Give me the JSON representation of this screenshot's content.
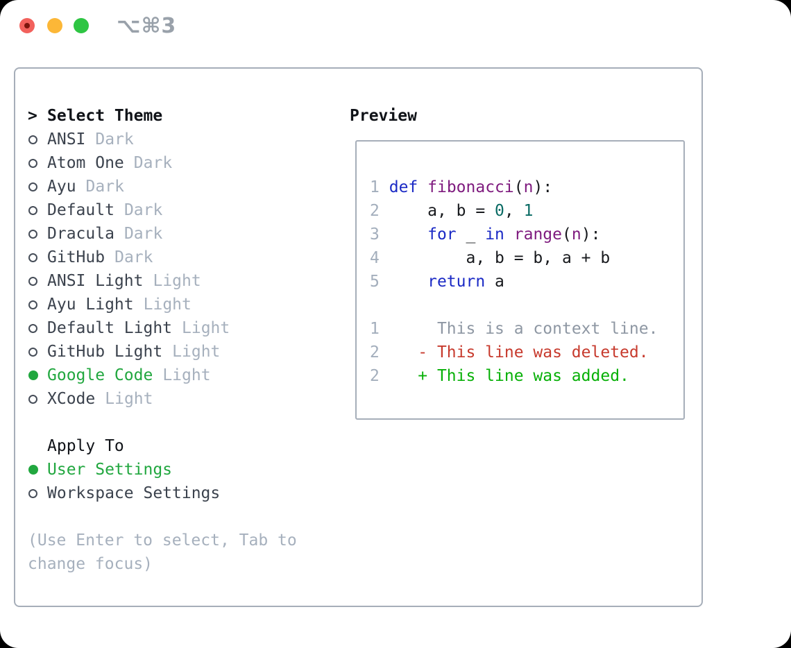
{
  "window": {
    "title": "⌥⌘3",
    "traffic_lights": [
      {
        "name": "close",
        "color": "#f2615c"
      },
      {
        "name": "minimize",
        "color": "#fcb737"
      },
      {
        "name": "zoom",
        "color": "#2ec543"
      }
    ]
  },
  "theme_picker": {
    "prompt": ">",
    "header": "Select Theme",
    "themes": [
      {
        "name": "ANSI",
        "variant": "Dark",
        "selected": false
      },
      {
        "name": "Atom One",
        "variant": "Dark",
        "selected": false
      },
      {
        "name": "Ayu",
        "variant": "Dark",
        "selected": false
      },
      {
        "name": "Default",
        "variant": "Dark",
        "selected": false
      },
      {
        "name": "Dracula",
        "variant": "Dark",
        "selected": false
      },
      {
        "name": "GitHub",
        "variant": "Dark",
        "selected": false
      },
      {
        "name": "ANSI Light",
        "variant": "Light",
        "selected": false
      },
      {
        "name": "Ayu Light",
        "variant": "Light",
        "selected": false
      },
      {
        "name": "Default Light",
        "variant": "Light",
        "selected": false
      },
      {
        "name": "GitHub Light",
        "variant": "Light",
        "selected": false
      },
      {
        "name": "Google Code",
        "variant": "Light",
        "selected": true
      },
      {
        "name": "XCode",
        "variant": "Light",
        "selected": false
      }
    ],
    "apply_to": {
      "header": "Apply To",
      "options": [
        {
          "name": "User Settings",
          "selected": true
        },
        {
          "name": "Workspace Settings",
          "selected": false
        }
      ]
    },
    "hint_lines": [
      "(Use Enter to select, Tab to",
      "change focus)"
    ]
  },
  "preview": {
    "header": "Preview",
    "code_lines": [
      {
        "segments": [
          {
            "text": "1",
            "style": "lineno"
          },
          {
            "text": " ",
            "style": "plain"
          },
          {
            "text": "def",
            "style": "keyword"
          },
          {
            "text": " ",
            "style": "plain"
          },
          {
            "text": "fibonacci",
            "style": "type"
          },
          {
            "text": "(",
            "style": "plain"
          },
          {
            "text": "n",
            "style": "type"
          },
          {
            "text": "):",
            "style": "plain"
          }
        ]
      },
      {
        "segments": [
          {
            "text": "2",
            "style": "lineno"
          },
          {
            "text": "     a, b = ",
            "style": "plain"
          },
          {
            "text": "0",
            "style": "literal"
          },
          {
            "text": ", ",
            "style": "plain"
          },
          {
            "text": "1",
            "style": "literal"
          }
        ]
      },
      {
        "segments": [
          {
            "text": "3",
            "style": "lineno"
          },
          {
            "text": "     ",
            "style": "plain"
          },
          {
            "text": "for",
            "style": "keyword"
          },
          {
            "text": " _ ",
            "style": "plain"
          },
          {
            "text": "in",
            "style": "keyword"
          },
          {
            "text": " ",
            "style": "plain"
          },
          {
            "text": "range",
            "style": "type"
          },
          {
            "text": "(",
            "style": "plain"
          },
          {
            "text": "n",
            "style": "type"
          },
          {
            "text": "):",
            "style": "plain"
          }
        ]
      },
      {
        "segments": [
          {
            "text": "4",
            "style": "lineno"
          },
          {
            "text": "         a, b = b, a + b",
            "style": "plain"
          }
        ]
      },
      {
        "segments": [
          {
            "text": "5",
            "style": "lineno"
          },
          {
            "text": "     ",
            "style": "plain"
          },
          {
            "text": "return",
            "style": "keyword"
          },
          {
            "text": " a",
            "style": "plain"
          }
        ]
      },
      {
        "segments": []
      },
      {
        "segments": [
          {
            "text": "1",
            "style": "lineno"
          },
          {
            "text": "      ",
            "style": "plain"
          },
          {
            "text": "This is a context line.",
            "style": "context"
          }
        ]
      },
      {
        "segments": [
          {
            "text": "2",
            "style": "lineno"
          },
          {
            "text": "    ",
            "style": "plain"
          },
          {
            "text": "- This line was deleted.",
            "style": "deleted"
          }
        ]
      },
      {
        "segments": [
          {
            "text": "2",
            "style": "lineno"
          },
          {
            "text": "    ",
            "style": "plain"
          },
          {
            "text": "+ This line was added.",
            "style": "added"
          }
        ]
      }
    ]
  },
  "colors": {
    "selection_green": "#21a73f",
    "added_green": "#07b007",
    "deleted_red": "#c73a2d",
    "keyword_blue": "#1b2ac5",
    "type_purple": "#7e1a7e",
    "literal_teal": "#0a6b64",
    "muted_gray": "#a6b0bd",
    "context_gray": "#8e97a3",
    "line_number_gray": "#a3aebc",
    "item_text": "#3b424d",
    "header_text": "#101318",
    "border_gray": "#a6aeb9",
    "traffic_red": "#f2615c",
    "traffic_yellow": "#fcb737",
    "traffic_green": "#2ec543"
  }
}
